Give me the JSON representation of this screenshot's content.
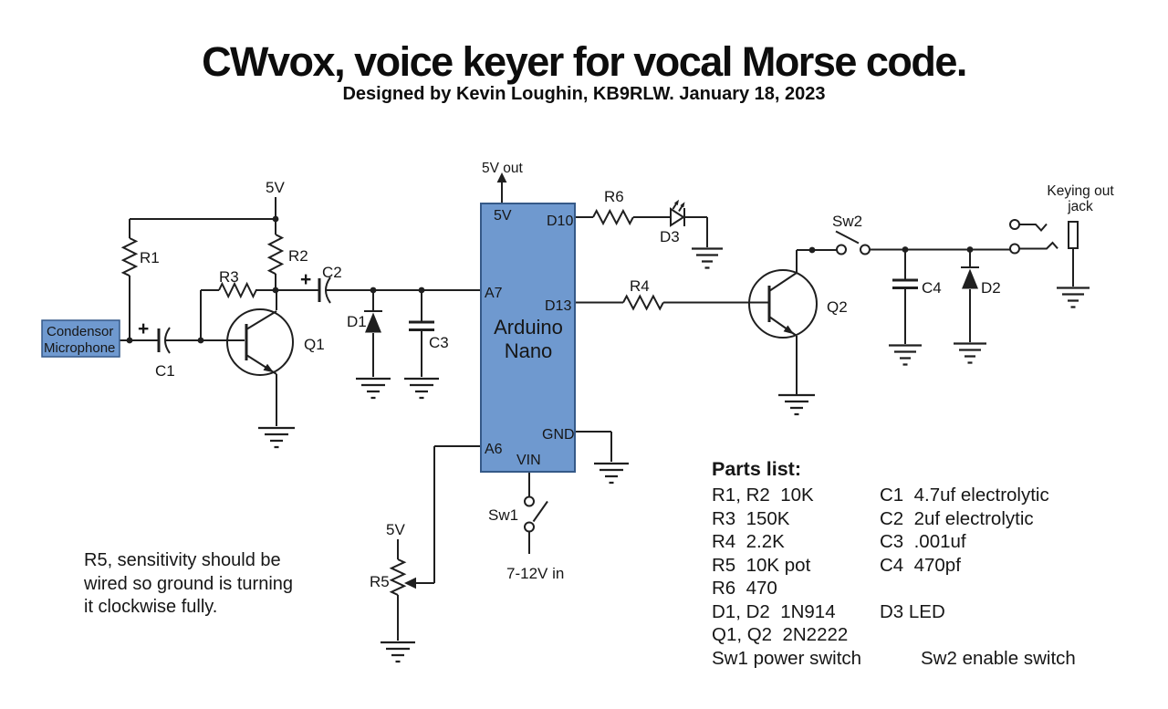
{
  "title": "CWvox, voice keyer for vocal Morse code.",
  "subtitle": "Designed by Kevin Loughin, KB9RLW. January 18, 2023",
  "colors": {
    "box_fill": "#6f99cf",
    "box_border": "#355988",
    "line": "#1f1f1f"
  },
  "schematic": {
    "mic_label_line1": "Condensor",
    "mic_label_line2": "Microphone",
    "labels": {
      "v5_top": "5V",
      "r1": "R1",
      "r2": "R2",
      "r3": "R3",
      "c1_plus": "+",
      "c1": "C1",
      "c2_plus": "+",
      "c2": "C2",
      "d1": "D1",
      "c3": "C3",
      "q1": "Q1",
      "v5_out": "5V out",
      "pin_5v": "5V",
      "pin_d10": "D10",
      "pin_a7": "A7",
      "pin_d13": "D13",
      "pin_gnd": "GND",
      "pin_a6": "A6",
      "pin_vin": "VIN",
      "arduino_line1": "Arduino",
      "arduino_line2": "Nano",
      "r6": "R6",
      "d3": "D3",
      "r4": "R4",
      "q2": "Q2",
      "sw2": "Sw2",
      "c4": "C4",
      "d2": "D2",
      "jack_line1": "Keying out",
      "jack_line2": "jack",
      "sw1": "Sw1",
      "power_in": "7-12V in",
      "r5_5v": "5V",
      "r5": "R5"
    }
  },
  "note": {
    "line1": "R5, sensitivity should be",
    "line2": "wired so ground is turning",
    "line3": "it clockwise fully."
  },
  "parts_list": {
    "heading": "Parts list:",
    "rows": [
      {
        "left": "R1, R2  10K",
        "right": "C1  4.7uf electrolytic"
      },
      {
        "left": "R3  150K",
        "right": "C2  2uf electrolytic"
      },
      {
        "left": "R4  2.2K",
        "right": "C3  .001uf"
      },
      {
        "left": "R5  10K pot",
        "right": "C4  470pf"
      },
      {
        "left": "R6  470",
        "right": ""
      },
      {
        "left": "D1, D2  1N914",
        "right": "D3 LED"
      },
      {
        "left": "Q1, Q2  2N2222",
        "right": ""
      },
      {
        "left": "Sw1 power switch",
        "right": "Sw2 enable switch"
      }
    ]
  }
}
